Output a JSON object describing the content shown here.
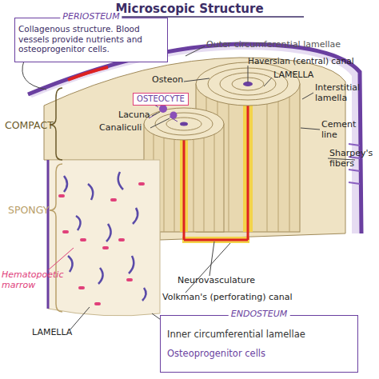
{
  "diagram": {
    "title": "Microscopic Structure",
    "nodes": [
      {
        "text": [
          "PERIOSTEUM",
          "Collagenous structure. Blood vessels provide nutrients and osteoprogenitor cells."
        ]
      },
      {
        "text": [
          "OSTEOCYTE"
        ]
      },
      {
        "text": [
          "ENDOSTEUM",
          "Inner circumferential lamellae",
          "Osteoprogenitor cells"
        ]
      }
    ],
    "labels": [
      "Outer circumferential lamellae",
      "Haversian (central) canal",
      "LAMELLA",
      "Osteon",
      "Interstitial lamella",
      "Lacuna",
      "Cement line",
      "Canaliculi",
      "COMPACT",
      "Sharpey's fibers",
      "SPONGY",
      "Hematopoetic marrow",
      "Neurovasculature",
      "Volkman's (perforating) canal",
      "LAMELLA"
    ]
  }
}
